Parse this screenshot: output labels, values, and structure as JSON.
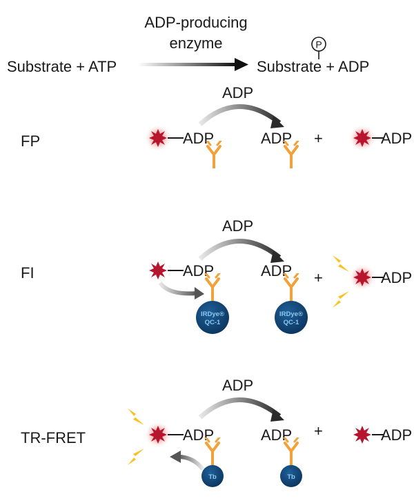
{
  "reaction": {
    "enzyme_line1": "ADP-producing",
    "enzyme_line2": "enzyme",
    "left": "Substrate + ATP",
    "right": "Substrate + ADP",
    "phosphate": "P"
  },
  "assays": [
    {
      "name": "FP",
      "transfer": "ADP",
      "tracer": "ADP",
      "free": "ADP",
      "plus": "+",
      "tracer_out": "ADP"
    },
    {
      "name": "FI",
      "transfer": "ADP",
      "tracer": "ADP",
      "free": "ADP",
      "plus": "+",
      "tracer_out": "ADP",
      "quencher_line1": "IRDye®",
      "quencher_line2": "QC-1"
    },
    {
      "name": "TR-FRET",
      "transfer": "ADP",
      "tracer": "ADP",
      "free": "ADP",
      "plus": "+",
      "tracer_out": "ADP",
      "donor": "Tb"
    }
  ],
  "colors": {
    "fluorophore": "#b5162d",
    "glow": "#ff6a6a",
    "antibody": "#f2a23a",
    "bead": "#0e3f6e",
    "bead_text": "#8ec8ee",
    "lightning": "#f7c21c",
    "text": "#1a1a1a"
  }
}
